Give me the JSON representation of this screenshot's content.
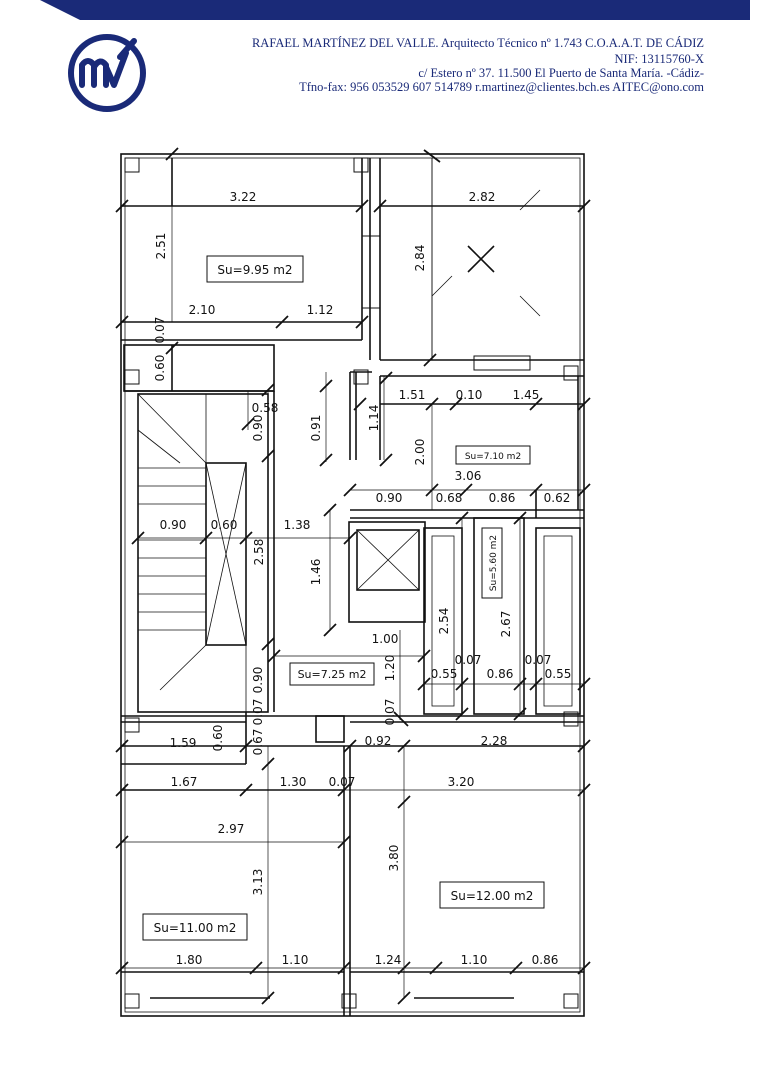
{
  "header": {
    "line1": "RAFAEL MARTÍNEZ DEL VALLE. Arquitecto Técnico nº 1.743  C.O.A.A.T. DE CÁDIZ",
    "line2": "NIF: 13115760-X",
    "line3": "c/ Estero nº 37. 11.500 El Puerto de Santa María. -Cádiz-",
    "line4": "Tfno-fax: 956 053529  607 514789  r.martinez@clientes.bch.es  AITEC@ono.com",
    "brand_color": "#1a2a78",
    "logo_letters": "rmv"
  },
  "plan": {
    "areas": {
      "room_top_left": "Su=9.95  m2",
      "small_room": "Su=7.10  m2",
      "lift_zone": "Su=5.60  m2",
      "hall": "Su=7.25  m2",
      "bottom_left": "Su=11.00  m2",
      "bottom_right": "Su=12.00  m2"
    },
    "dims": {
      "d322": "3.22",
      "d251": "2.51",
      "d210": "2.10",
      "d112": "1.12",
      "d007a": "0.07",
      "d060a": "0.60",
      "d058": "0.58",
      "d090a": "0.90",
      "d091": "0.91",
      "d114": "1.14",
      "d282": "2.82",
      "d284": "2.84",
      "d151": "1.51",
      "d010": "0.10",
      "d145": "1.45",
      "d200": "2.00",
      "d306": "3.06",
      "d090b": "0.90",
      "d068": "0.68",
      "d086a": "0.86",
      "d062": "0.62",
      "d090c": "0.90",
      "d060b": "0.60",
      "d138": "1.38",
      "d258": "2.58",
      "d146": "1.46",
      "d254": "2.54",
      "d267": "2.67",
      "d100": "1.00",
      "d120": "1.20",
      "d007b": "0.07",
      "d007c": "0.07",
      "d055a": "0.55",
      "d086b": "0.86",
      "d055b": "0.55",
      "d090d": "0.90",
      "d007d": "0.07",
      "d067": "0.67",
      "d060c": "0.60",
      "d159": "1.59",
      "d007e": "0.07",
      "d092": "0.92",
      "d228": "2.28",
      "d167": "1.67",
      "d130": "1.30",
      "d007f": "0.07",
      "d320": "3.20",
      "d297": "2.97",
      "d313": "3.13",
      "d380": "3.80",
      "d180": "1.80",
      "d110a": "1.10",
      "d124": "1.24",
      "d110b": "1.10",
      "d086c": "0.86"
    }
  }
}
